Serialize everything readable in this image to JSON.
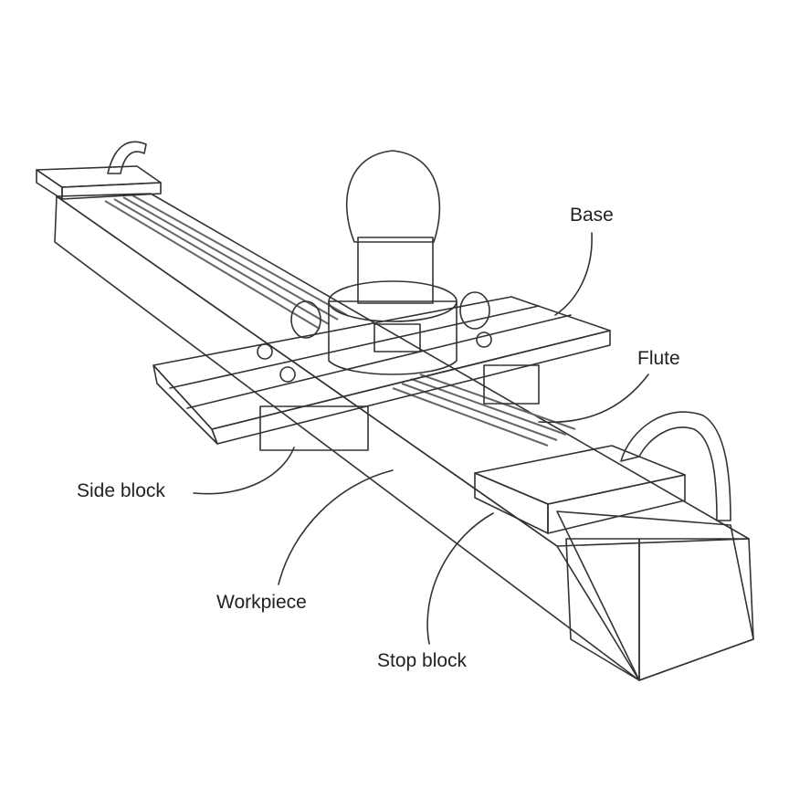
{
  "labels": {
    "base": "Base",
    "flute": "Flute",
    "side_block": "Side block",
    "workpiece": "Workpiece",
    "stop_block": "Stop block"
  },
  "colors": {
    "wood": "#e9b57f",
    "wood_dark": "#c97a3c",
    "router": "#ffffff",
    "line": "#333333"
  }
}
